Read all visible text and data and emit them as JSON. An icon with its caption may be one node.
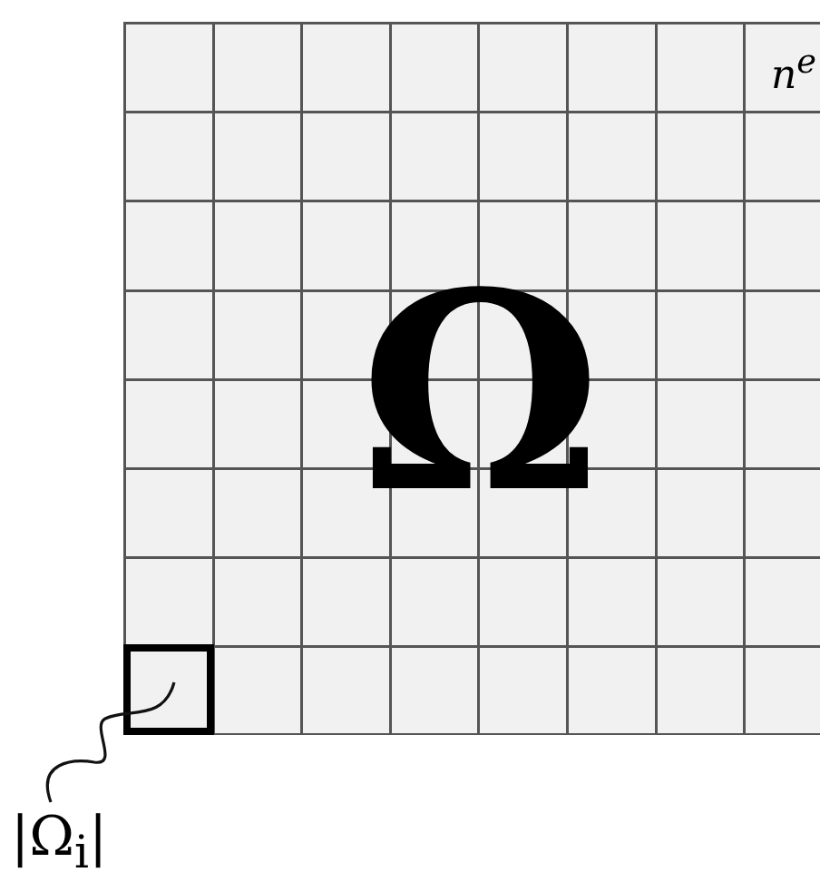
{
  "diagram": {
    "nodes": [
      {
        "text": [
          "n$^{e}$",
          "Ω"
        ]
      },
      {
        "text": [],
        "shape": "box",
        "in": 0
      },
      {
        "text": [
          "|Ω$_{i}$|"
        ]
      }
    ],
    "edges": [
      {
        "from": 2,
        "to": 1,
        "arrow": "none"
      }
    ]
  }
}
